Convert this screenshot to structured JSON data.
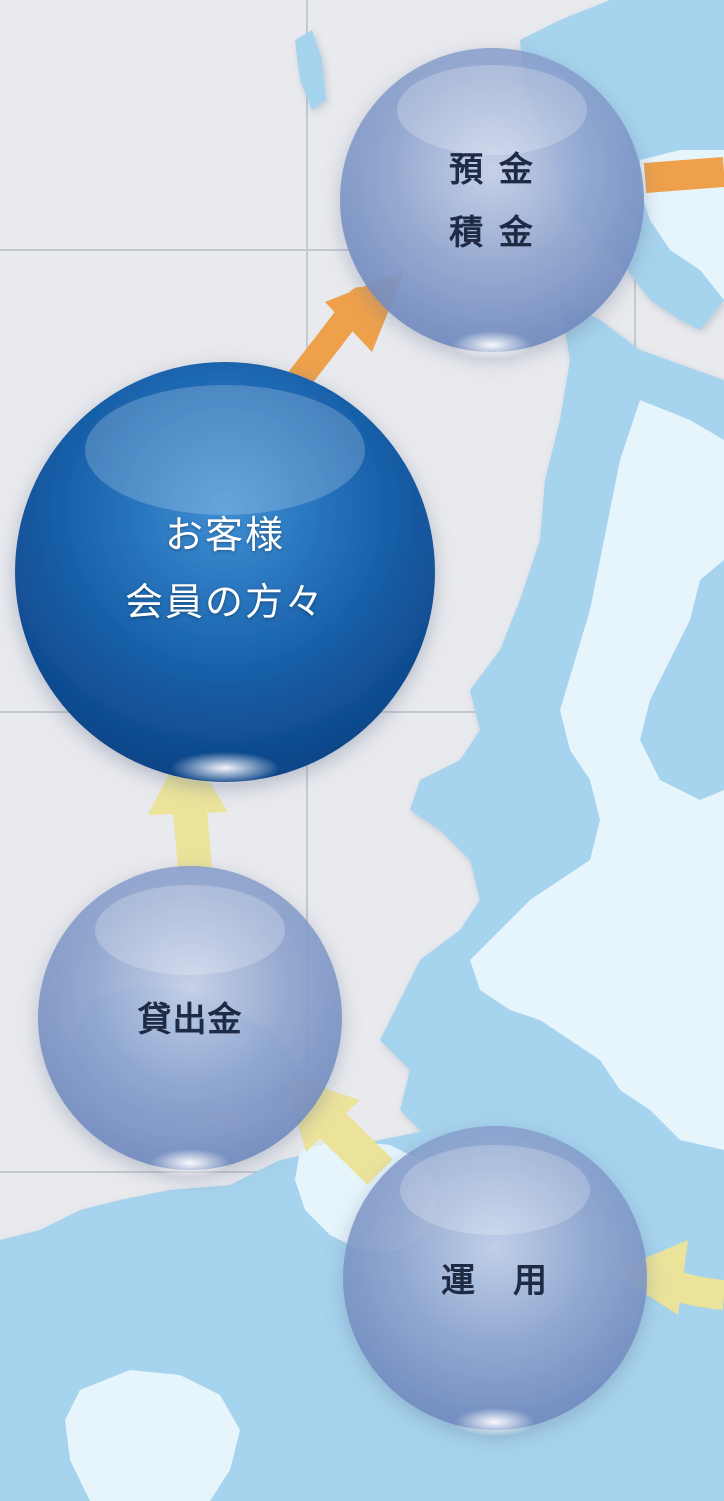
{
  "nodes": {
    "deposits": {
      "line1": "預 金",
      "line2": "積 金"
    },
    "customers": {
      "line1": "お客様",
      "line2": "会員の方々"
    },
    "loans": {
      "label": "貸出金"
    },
    "investment": {
      "label": "運　用"
    }
  },
  "colors": {
    "background": "#e9eaee",
    "grid": "#c4c8cf",
    "land": "#a6d3ee",
    "inland": "#e6f4fc",
    "arrow_orange": "#eea04a",
    "arrow_yellow": "#ece39a",
    "sphere_dark": "#1a63ad",
    "sphere_light": "#8fa5d0"
  }
}
